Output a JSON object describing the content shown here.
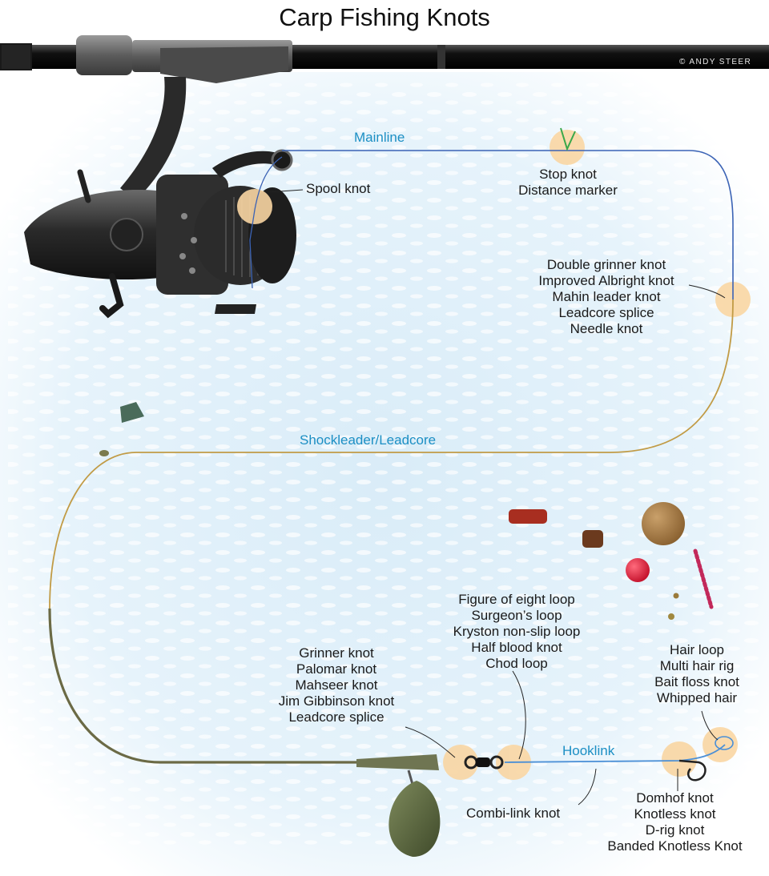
{
  "title": "Carp Fishing Knots",
  "credit": "© ANDY STEER",
  "line_labels": {
    "mainline": "Mainline",
    "shockleader": "Shockleader/Leadcore",
    "hooklink": "Hooklink"
  },
  "knot_groups": [
    {
      "id": "spool",
      "items": [
        "Spool knot"
      ]
    },
    {
      "id": "stop",
      "items": [
        "Stop knot",
        "Distance marker"
      ]
    },
    {
      "id": "leader",
      "items": [
        "Double grinner knot",
        "Improved Albright knot",
        "Mahin leader knot",
        "Leadcore splice",
        "Needle knot"
      ]
    },
    {
      "id": "swivel",
      "items": [
        "Grinner knot",
        "Palomar knot",
        "Mahseer knot",
        "Jim Gibbinson knot",
        "Leadcore splice"
      ]
    },
    {
      "id": "loop",
      "items": [
        "Figure of eight loop",
        "Surgeon’s loop",
        "Kryston non-slip loop",
        "Half blood knot",
        "Chod loop"
      ]
    },
    {
      "id": "combi",
      "items": [
        "Combi-link knot"
      ]
    },
    {
      "id": "hair",
      "items": [
        "Hair loop",
        "Multi hair rig",
        "Bait floss knot",
        "Whipped hair"
      ]
    },
    {
      "id": "hook",
      "items": [
        "Domhof knot",
        "Knotless knot",
        "D-rig knot",
        "Banded Knotless Knot"
      ]
    }
  ],
  "colors": {
    "mainline": "#3b63b5",
    "shockleader": "#c19b45",
    "leadcore": "#6b6a45",
    "hooklink": "#4a8fd6",
    "knot_marker": "#f9d6a3",
    "line_label": "#1c8fc4",
    "water": "#e4f2fb"
  }
}
